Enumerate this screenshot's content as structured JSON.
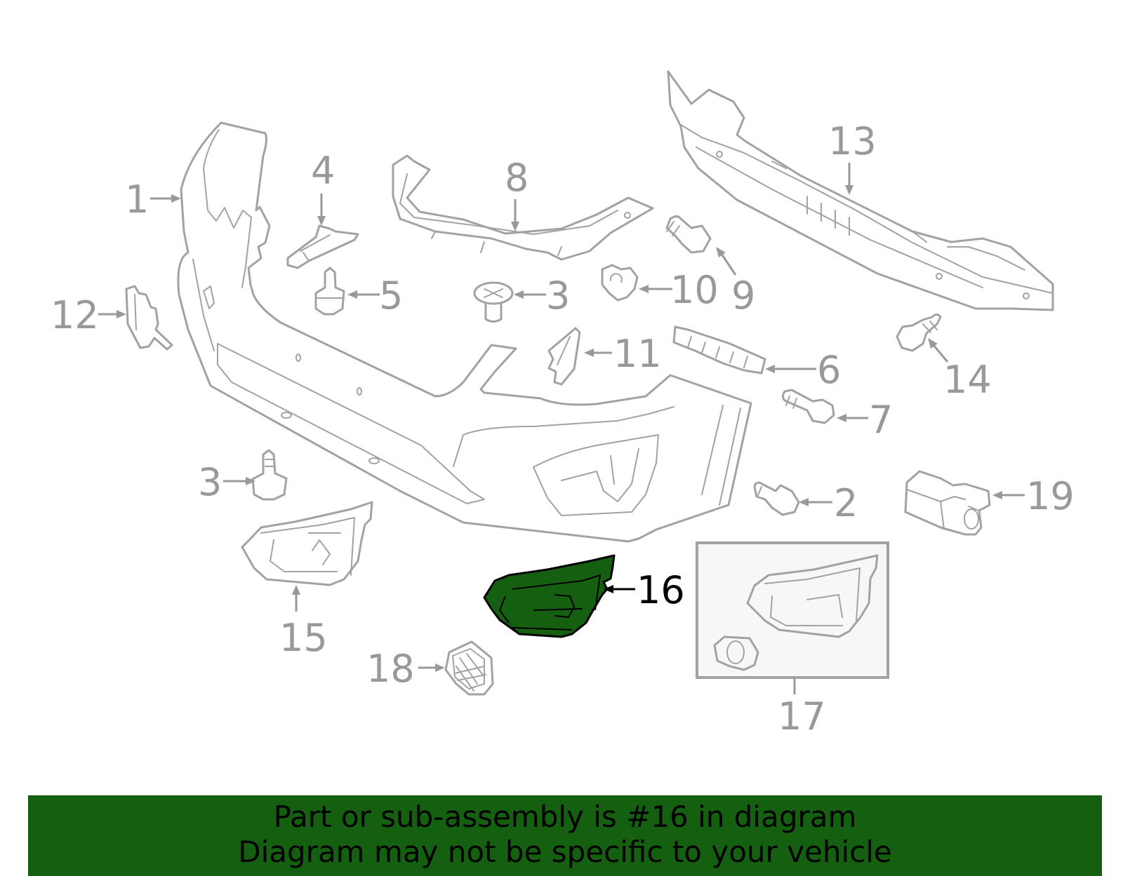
{
  "callouts": {
    "c1": "1",
    "c2": "2",
    "c3a": "3",
    "c3b": "3",
    "c4": "4",
    "c5": "5",
    "c6": "6",
    "c7": "7",
    "c8": "8",
    "c9": "9",
    "c10": "10",
    "c11": "11",
    "c12": "12",
    "c13": "13",
    "c14": "14",
    "c15": "15",
    "c16": "16",
    "c17": "17",
    "c18": "18",
    "c19": "19"
  },
  "highlighted_part": "16",
  "colors": {
    "highlight": "#156010",
    "part_lines": "#a2a2a2",
    "labels": "#999999"
  },
  "banner": {
    "line1": "Part or sub-assembly is #16 in diagram",
    "line2": "Diagram may not be specific to your vehicle"
  }
}
